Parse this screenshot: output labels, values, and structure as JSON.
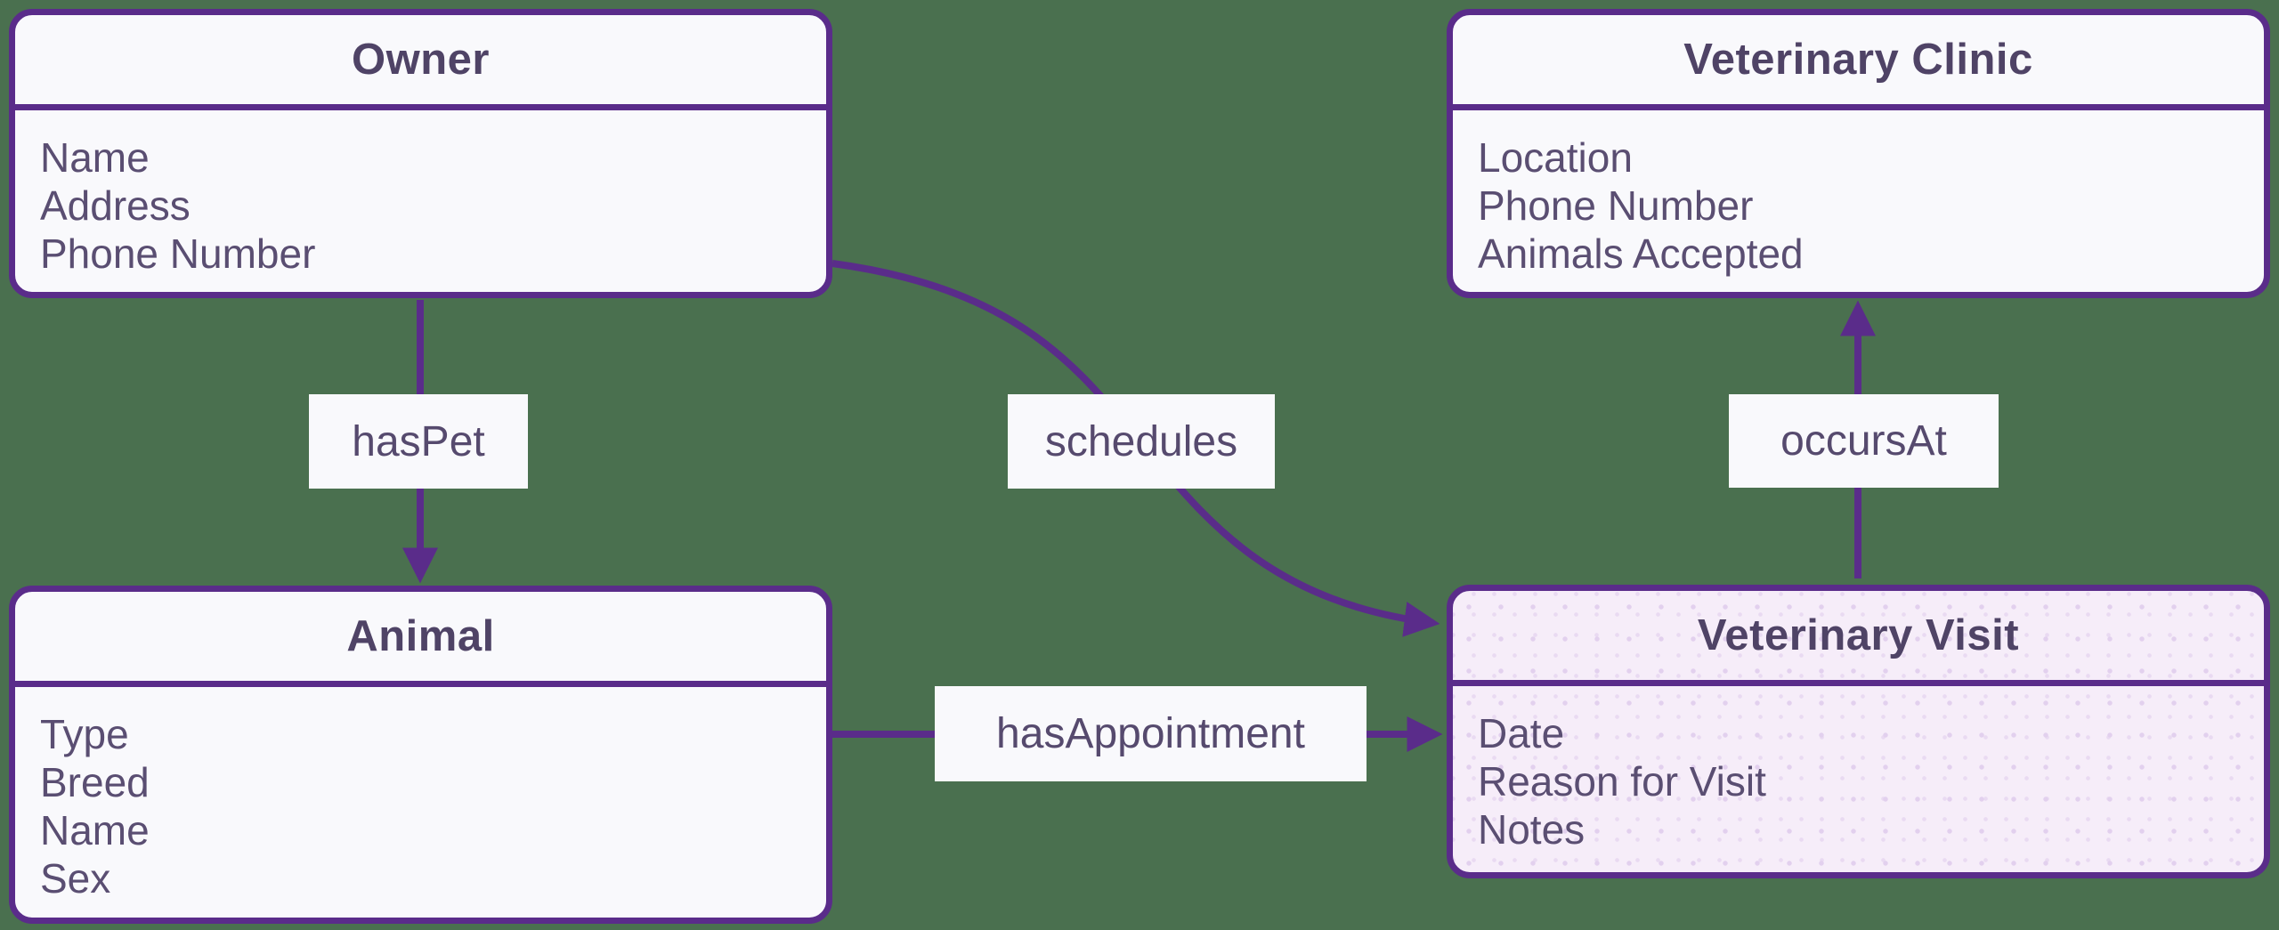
{
  "diagram": {
    "type": "entity-relationship",
    "colors": {
      "canvas_background": "#4a704f",
      "line_and_border_purple": "#5a2c8a",
      "entity_fill": "#f9f9fc",
      "highlighted_entity_fill": "#f6edf9",
      "title_text": "#4f4366",
      "attribute_text": "#5a4e72"
    }
  },
  "entities": [
    {
      "title": "Owner",
      "attributes": [
        "Name",
        "Address",
        "Phone Number"
      ],
      "highlighted": false
    },
    {
      "title": "Veterinary Clinic",
      "attributes": [
        "Location",
        "Phone Number",
        "Animals Accepted"
      ],
      "highlighted": false
    },
    {
      "title": "Animal",
      "attributes": [
        "Type",
        "Breed",
        "Name",
        "Sex"
      ],
      "highlighted": false
    },
    {
      "title": "Veterinary Visit",
      "attributes": [
        "Date",
        "Reason for Visit",
        "Notes"
      ],
      "highlighted": true
    }
  ],
  "relationships": [
    {
      "label": "hasPet",
      "from": "Owner",
      "to": "Animal"
    },
    {
      "label": "schedules",
      "from": "Owner",
      "to": "Veterinary Visit"
    },
    {
      "label": "occursAt",
      "from": "Veterinary Visit",
      "to": "Veterinary Clinic"
    },
    {
      "label": "hasAppointment",
      "from": "Animal",
      "to": "Veterinary Visit"
    }
  ]
}
